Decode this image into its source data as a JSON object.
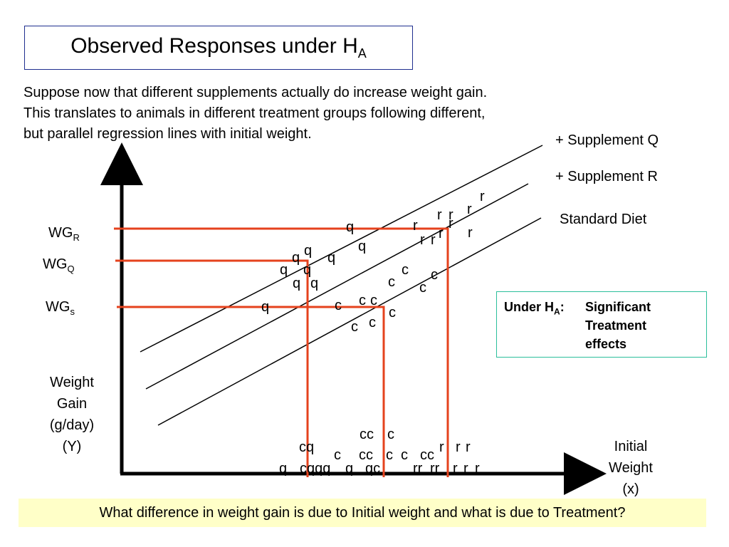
{
  "title": {
    "main": "Observed Responses under H",
    "sub": "A"
  },
  "intro": [
    "Suppose now that different supplements actually do increase weight gain.",
    "This translates to animals in different treatment groups following different,",
    "but parallel regression lines with initial weight."
  ],
  "lines": {
    "q": "+ Supplement Q",
    "r": "+ Supplement R",
    "s": "Standard Diet"
  },
  "wg": {
    "r": {
      "main": "WG",
      "sub": "R"
    },
    "q": {
      "main": "WG",
      "sub": "Q"
    },
    "s": {
      "main": "WG",
      "sub": "s"
    }
  },
  "ylabel": [
    "Weight",
    "Gain",
    "(g/day)",
    "(Y)"
  ],
  "xlabel": [
    "Initial",
    "Weight",
    "(x)"
  ],
  "note": {
    "head_main": "Under H",
    "head_sub": "A",
    "head_suffix": ":",
    "body": [
      "Significant",
      "Treatment",
      "effects"
    ]
  },
  "question": "What difference in weight gain is due to Initial weight and what is due to Treatment?",
  "colors": {
    "guide": "#e5421d",
    "note_border": "#2bbf9b",
    "title_border": "#1f2f8f",
    "question_bg": "#ffffc8"
  }
}
